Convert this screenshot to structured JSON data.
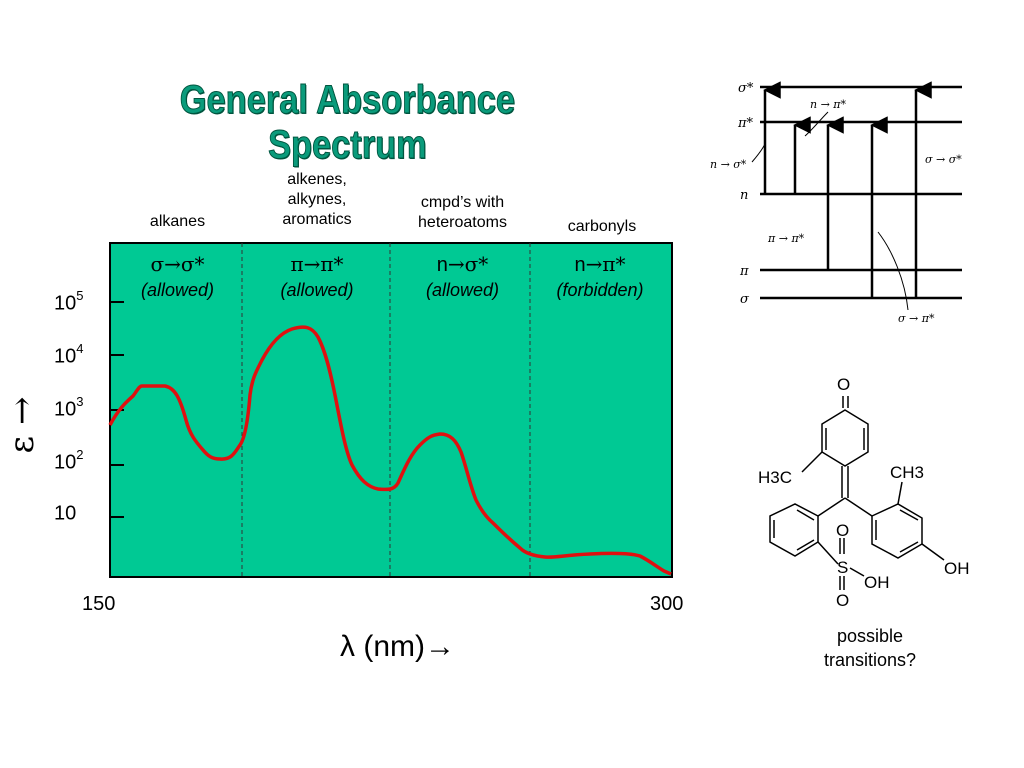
{
  "title": "General Absorbance Spectrum",
  "regions": [
    {
      "label": "alkanes",
      "transition_from": "σ",
      "transition_to": "σ*",
      "allowance": "(allowed)"
    },
    {
      "label": "alkenes,\nalkynes,\naromatics",
      "transition_from": "π",
      "transition_to": "π*",
      "allowance": "(allowed)"
    },
    {
      "label": "cmpd’s with\nheteroatoms",
      "transition_from": "n",
      "transition_to": "σ*",
      "allowance": "(allowed)"
    },
    {
      "label": "carbonyls",
      "transition_from": "n",
      "transition_to": "π*",
      "allowance": "(forbidden)"
    }
  ],
  "arrow_glyph": "→",
  "y_ticks": [
    {
      "base": "10",
      "exp": "5"
    },
    {
      "base": "10",
      "exp": "4"
    },
    {
      "base": "10",
      "exp": "3"
    },
    {
      "base": "10",
      "exp": "2"
    },
    {
      "base": "10",
      "exp": ""
    }
  ],
  "x_min_label": "150",
  "x_max_label": "300",
  "x_axis_label": "λ (nm)→",
  "y_axis_label": "ε →",
  "colors": {
    "plot_bg": "#00c994",
    "curve": "#e01010",
    "title": "#0a9b7b",
    "dashed": "#333333"
  },
  "energy_diagram": {
    "levels": [
      "σ*",
      "π*",
      "n",
      "π",
      "σ"
    ],
    "transitions": [
      "n → π*",
      "n → σ*",
      "σ → σ*",
      "π → π*",
      "σ → π*"
    ]
  },
  "molecule": {
    "atoms": [
      "O",
      "H3C",
      "CH3",
      "S",
      "O",
      "O",
      "OH",
      "OH"
    ],
    "name_caption": ""
  },
  "caption": "possible\ntransitions?"
}
